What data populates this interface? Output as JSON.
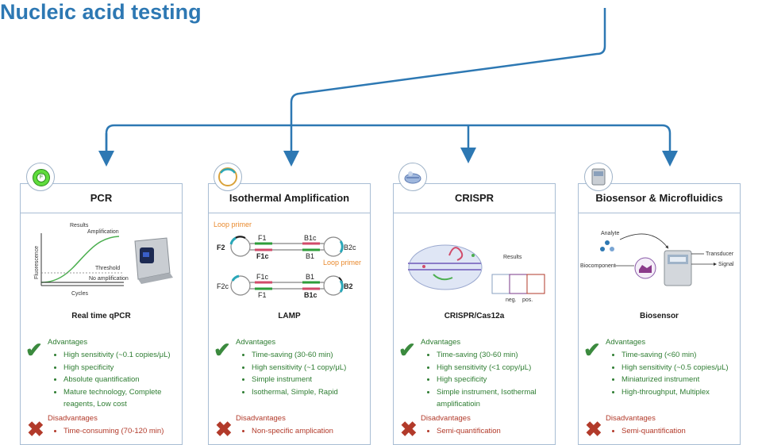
{
  "title": "Nucleic acid testing",
  "cards": [
    {
      "title": "PCR",
      "badge_letter": "F",
      "figure": {
        "plot_title": "Results",
        "y_axis": "Fluorescence",
        "x_axis": "Cycles",
        "amplification": "Amplification",
        "threshold": "Threshold",
        "no_amplification": "No amplification"
      },
      "caption": "Real time qPCR",
      "advantages_label": "Advantages",
      "advantages": [
        "High sensitivity (~0.1 copies/μL)",
        "High specificity",
        "Absolute quantification",
        "Mature technology, Complete reagents, Low cost"
      ],
      "disadvantages_label": "Disadvantages",
      "disadvantages": [
        "Time-consuming (70-120 min)"
      ]
    },
    {
      "title": "Isothermal Amplification",
      "figure": {
        "loop_primer": "Loop primer",
        "F2": "F2",
        "F1": "F1",
        "F1c": "F1c",
        "B1c": "B1c",
        "B1": "B1",
        "B2c": "B2c",
        "F2c": "F2c",
        "B2": "B2"
      },
      "caption": "LAMP",
      "advantages_label": "Advantages",
      "advantages": [
        "Time-saving (30-60 min)",
        "High sensitivity (~1 copy/μL)",
        "Simple instrument",
        "Isothermal, Simple, Rapid"
      ],
      "disadvantages_label": "Disadvantages",
      "disadvantages": [
        "Non-specific amplication"
      ]
    },
    {
      "title": "CRISPR",
      "figure": {
        "results": "Results",
        "neg": "neg.",
        "pos": "pos."
      },
      "caption": "CRISPR/Cas12a",
      "advantages_label": "Advantages",
      "advantages": [
        "Time-saving (30-60 min)",
        "High sensitivity (<1 copy/μL)",
        "High specificity",
        "Simple instrument, Isothermal amplificatioin"
      ],
      "disadvantages_label": "Disadvantages",
      "disadvantages": [
        "Semi-quantification"
      ]
    },
    {
      "title": "Biosensor & Microfluidics",
      "figure": {
        "analyte": "Analyte",
        "biocomponent": "Biocomponent",
        "transducer": "Transducer",
        "signal": "Signal"
      },
      "caption": "Biosensor",
      "advantages_label": "Advantages",
      "advantages": [
        "Time-saving (<60 min)",
        "High sensitivity (~0.5 copies/μL)",
        "Miniaturized instrument",
        "High-throughput, Multiplex"
      ],
      "disadvantages_label": "Disadvantages",
      "disadvantages": [
        "Semi-quantification"
      ]
    }
  ],
  "colors": {
    "accent": "#2d78b3",
    "advantage": "#2e7d32",
    "disadvantage": "#b23a2a",
    "border": "#a8bdd4"
  }
}
